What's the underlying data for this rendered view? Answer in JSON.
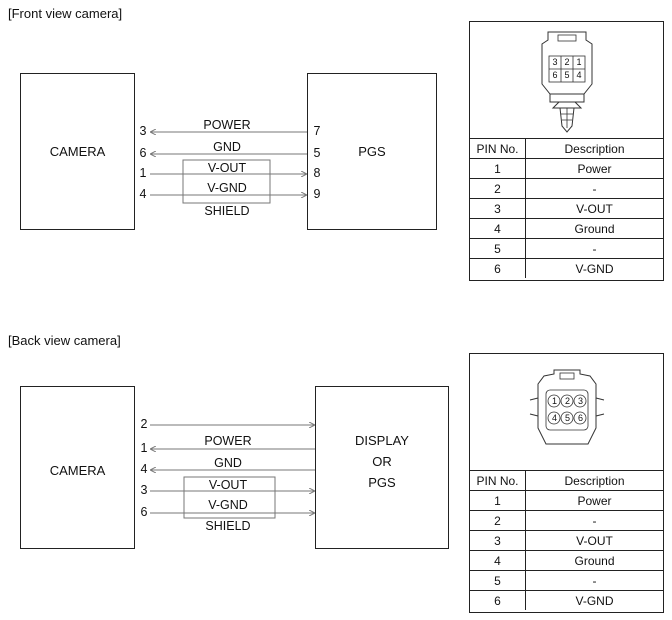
{
  "front": {
    "title": "[Front view camera]",
    "camera_label": "CAMERA",
    "device_label": "PGS",
    "left_pins": [
      "3",
      "6",
      "1",
      "4"
    ],
    "right_pins": [
      "7",
      "5",
      "8",
      "9"
    ],
    "wires": [
      "POWER",
      "GND",
      "V-OUT",
      "V-GND"
    ],
    "shield_label": "SHIELD",
    "table": {
      "headers": [
        "PIN No.",
        "Description"
      ],
      "rows": [
        [
          "1",
          "Power"
        ],
        [
          "2",
          "-"
        ],
        [
          "3",
          "V-OUT"
        ],
        [
          "4",
          "Ground"
        ],
        [
          "5",
          "-"
        ],
        [
          "6",
          "V-GND"
        ]
      ]
    },
    "connector_pins": [
      "3",
      "2",
      "1",
      "6",
      "5",
      "4"
    ]
  },
  "back": {
    "title": "[Back view camera]",
    "camera_label": "CAMERA",
    "device_label_lines": [
      "DISPLAY",
      "OR",
      "PGS"
    ],
    "left_pins": [
      "2",
      "1",
      "4",
      "3",
      "6"
    ],
    "wires": [
      "POWER",
      "GND",
      "V-OUT",
      "V-GND"
    ],
    "shield_label": "SHIELD",
    "table": {
      "headers": [
        "PIN No.",
        "Description"
      ],
      "rows": [
        [
          "1",
          "Power"
        ],
        [
          "2",
          "-"
        ],
        [
          "3",
          "V-OUT"
        ],
        [
          "4",
          "Ground"
        ],
        [
          "5",
          "-"
        ],
        [
          "6",
          "V-GND"
        ]
      ]
    },
    "connector_pins": [
      "1",
      "2",
      "3",
      "4",
      "5",
      "6"
    ]
  }
}
